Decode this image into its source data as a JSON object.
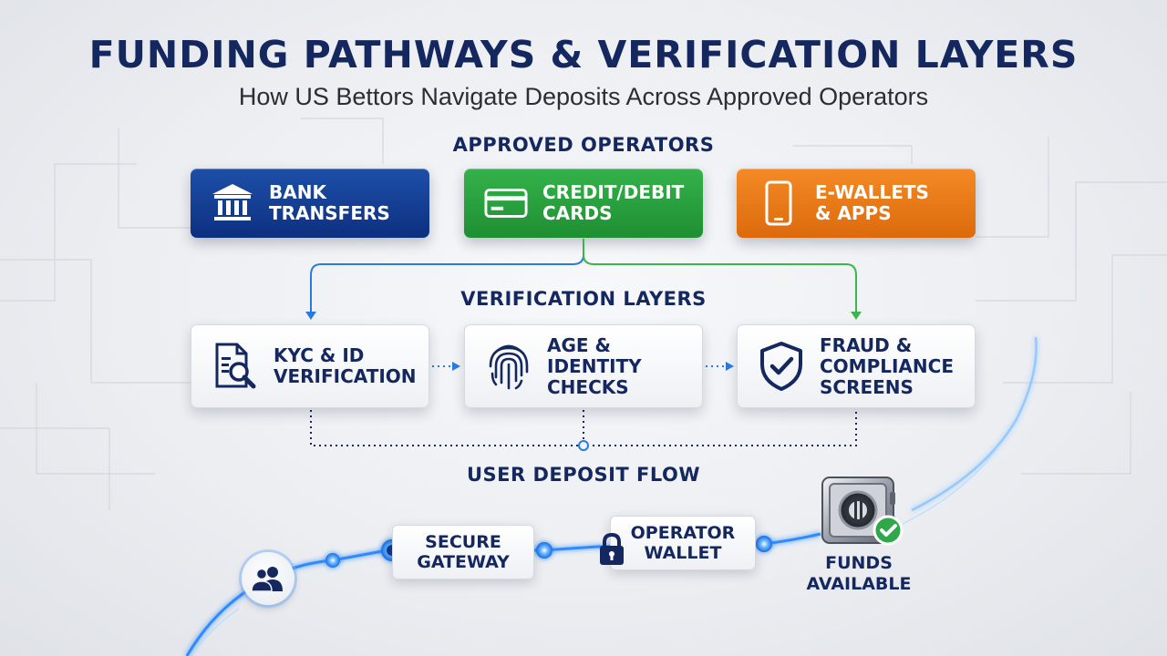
{
  "title": "FUNDING PATHWAYS & VERIFICATION LAYERS",
  "subtitle": "How US Bettors Navigate Deposits Across Approved Operators",
  "sections": {
    "operators": "APPROVED OPERATORS",
    "verification": "VERIFICATION LAYERS",
    "flow": "USER DEPOSIT FLOW"
  },
  "payment_methods": [
    {
      "label": "BANK\nTRANSFERS",
      "icon": "bank-icon",
      "color": "#1a45a0"
    },
    {
      "label": "CREDIT/DEBIT\nCARDS",
      "icon": "credit-card-icon",
      "color": "#2ea143"
    },
    {
      "label": "E-WALLETS\n& APPS",
      "icon": "smartphone-icon",
      "color": "#ee7c1a"
    }
  ],
  "verification_layers": [
    {
      "label": "KYC & ID\nVERIFICATION",
      "icon": "document-search-icon"
    },
    {
      "label": "AGE &\nIDENTITY\nCHECKS",
      "icon": "fingerprint-icon"
    },
    {
      "label": "FRAUD &\nCOMPLIANCE\nSCREENS",
      "icon": "shield-check-icon"
    }
  ],
  "deposit_flow": [
    {
      "label": "",
      "icon": "users-icon"
    },
    {
      "label": "SECURE\nGATEWAY",
      "icon": ""
    },
    {
      "label": "OPERATOR\nWALLET",
      "icon": "lock-icon"
    },
    {
      "label": "FUNDS\nAVAILABLE",
      "icon": "vault-check-icon"
    }
  ],
  "colors": {
    "navy": "#14285f",
    "flow_glow": "#2f8bff",
    "connector_blue": "#2a7be0",
    "connector_green": "#3cb54e"
  }
}
